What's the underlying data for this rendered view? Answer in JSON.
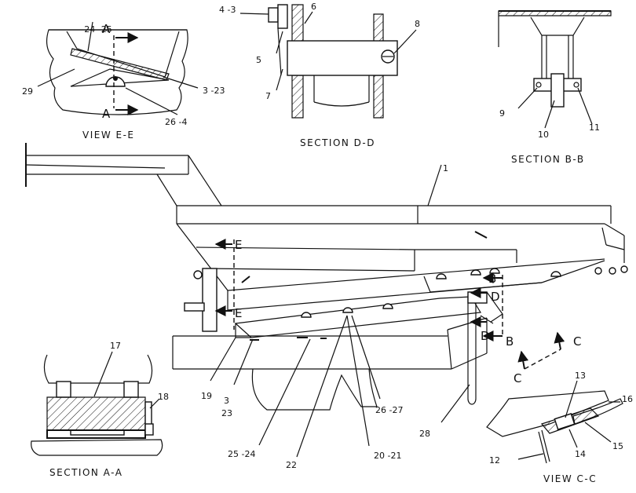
{
  "views": {
    "view_e": "VIEW E-E",
    "section_d": "SECTION D-D",
    "section_b": "SECTION B-B",
    "section_a": "SECTION A-A",
    "view_c": "VIEW C-C"
  },
  "section_markers": {
    "a_top": "A",
    "a_bottom": "A",
    "e_top": "E",
    "e_bottom": "E",
    "b_top": "B",
    "b_bottom": "B",
    "d_top": "D",
    "d_bottom": "D",
    "c_left": "C",
    "c_right": "C"
  },
  "callouts": {
    "c24_25": "24 -25",
    "c29": "29",
    "c3_23_top": "3 -23",
    "c26_4": "26 -4",
    "c4_3": "4 -3",
    "c6": "6",
    "c5": "5",
    "c7": "7",
    "c8": "8",
    "c9": "9",
    "c10": "10",
    "c11": "11",
    "c1": "1",
    "c17": "17",
    "c18": "18",
    "c19": "19",
    "c3": "3",
    "c23": "23",
    "c25_24": "25 -24",
    "c22": "22",
    "c20_21": "20 -21",
    "c26_27": "26 -27",
    "c28": "28",
    "c13": "13",
    "c16": "16",
    "c15": "15",
    "c14": "14",
    "c12": "12"
  }
}
